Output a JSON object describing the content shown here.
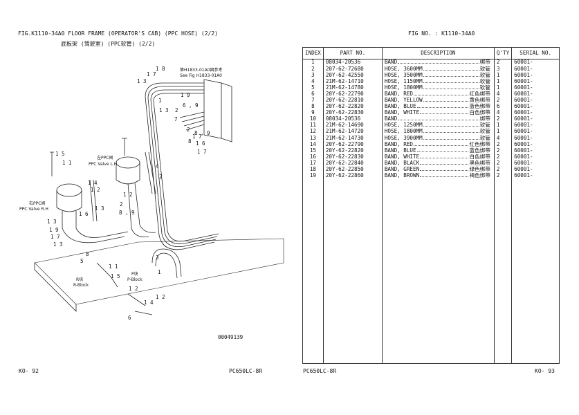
{
  "left": {
    "title": "FIG.K1110-34A0   FLOOR FRAME (OPERATOR'S CAB) (PPC HOSE) (2/2)",
    "subtitle": "底板架 (驾驶室) (PPC软管) (2/2)",
    "drawing_labels": {
      "ref_note_cn": "第H1833-01A0図参考",
      "ref_note_en": "See Fig H1833-01A0",
      "valve_lh_cn": "左PPC阀",
      "valve_lh_en": "PPC Valve L.H",
      "valve_rh_cn": "右PPC阀",
      "valve_rh_en": "PPC Valve R.H",
      "rblock_cn": "R块",
      "rblock_en": "R-Block",
      "pblock_cn": "P块",
      "pblock_en": "P-Block"
    },
    "drawing_no": "00049139",
    "footer_page": "KO-   92",
    "footer_model": "PC650LC-8R"
  },
  "right": {
    "fig_no": "FIG NO.  : K1110-34A0",
    "table_headers": {
      "index": "INDEX",
      "part_no": "PART  NO.",
      "description": "DESCRIPTION",
      "qty": "Q'TY",
      "serial": "SERIAL NO."
    },
    "rows": [
      {
        "index": "1",
        "part_no": "08034-20536",
        "en": "BAND",
        "cn": "绑带",
        "qty": "2",
        "serial": "60001-"
      },
      {
        "index": "2",
        "part_no": "207-62-72680",
        "en": "HOSE, 3600MM",
        "cn": "软管",
        "qty": "3",
        "serial": "60001-"
      },
      {
        "index": "3",
        "part_no": "20Y-62-42550",
        "en": "HOSE, 3500MM",
        "cn": "软管",
        "qty": "1",
        "serial": "60001-"
      },
      {
        "index": "4",
        "part_no": "21M-62-14710",
        "en": "HOSE, 1150MM",
        "cn": "软管",
        "qty": "1",
        "serial": "60001-"
      },
      {
        "index": "5",
        "part_no": "21M-62-14780",
        "en": "HOSE, 1800MM",
        "cn": "软管",
        "qty": "1",
        "serial": "60001-"
      },
      {
        "index": "6",
        "part_no": "20Y-62-22790",
        "en": "BAND, RED",
        "cn": "红色绑带",
        "qty": "4",
        "serial": "60001-"
      },
      {
        "index": "7",
        "part_no": "20Y-62-22810",
        "en": "BAND, YELLOW",
        "cn": "黄色绑带",
        "qty": "2",
        "serial": "60001-"
      },
      {
        "index": "8",
        "part_no": "20Y-62-22820",
        "en": "BAND, BLUE",
        "cn": "蓝色绑带",
        "qty": "6",
        "serial": "60001-"
      },
      {
        "index": "9",
        "part_no": "20Y-62-22830",
        "en": "BAND, WHITE",
        "cn": "白色绑带",
        "qty": "4",
        "serial": "60001-"
      },
      {
        "index": "10",
        "part_no": "08034-20536",
        "en": "BAND",
        "cn": "绑带",
        "qty": "2",
        "serial": "60001-"
      },
      {
        "index": "11",
        "part_no": "21M-62-14690",
        "en": "HOSE, 1250MM",
        "cn": "软管",
        "qty": "1",
        "serial": "60001-"
      },
      {
        "index": "12",
        "part_no": "21M-62-14720",
        "en": "HOSE, 1800MM",
        "cn": "软管",
        "qty": "1",
        "serial": "60001-"
      },
      {
        "index": "13",
        "part_no": "21M-62-14730",
        "en": "HOSE, 3900MM",
        "cn": "软管",
        "qty": "4",
        "serial": "60001-"
      },
      {
        "index": "14",
        "part_no": "20Y-62-22790",
        "en": "BAND, RED",
        "cn": "红色绑带",
        "qty": "2",
        "serial": "60001-"
      },
      {
        "index": "15",
        "part_no": "20Y-62-22820",
        "en": "BAND, BLUE",
        "cn": "蓝色绑带",
        "qty": "2",
        "serial": "60001-"
      },
      {
        "index": "16",
        "part_no": "20Y-62-22830",
        "en": "BAND, WHITE",
        "cn": "白色绑带",
        "qty": "2",
        "serial": "60001-"
      },
      {
        "index": "17",
        "part_no": "20Y-62-22840",
        "en": "BAND, BLACK",
        "cn": "黑色绑带",
        "qty": "2",
        "serial": "60001-"
      },
      {
        "index": "18",
        "part_no": "20Y-62-22850",
        "en": "BAND, GREEN",
        "cn": "绿色绑带",
        "qty": "2",
        "serial": "60001-"
      },
      {
        "index": "19",
        "part_no": "20Y-62-22860",
        "en": "BAND, BROWN",
        "cn": "褐色绑带",
        "qty": "2",
        "serial": "60001-"
      }
    ],
    "footer_model": "PC650LC-8R",
    "footer_page": "KO-   93"
  }
}
